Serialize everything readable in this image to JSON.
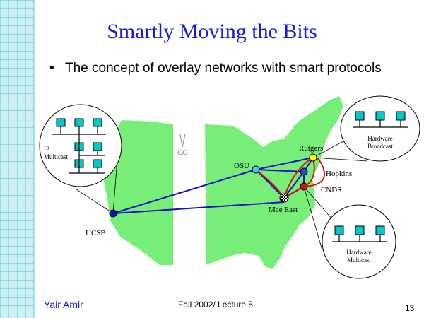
{
  "slide": {
    "title": "Smartly Moving the Bits",
    "bullet": "The concept of overlay networks with smart protocols",
    "footer_author": "Yair Amir",
    "footer_center": "Fall 2002/ Lecture 5",
    "page_number": "13"
  },
  "diagram": {
    "nodes": [
      {
        "id": "ucsb",
        "label": "UCSB",
        "color": "#1010c0"
      },
      {
        "id": "osu",
        "label": "OSU",
        "color": "#33ccff"
      },
      {
        "id": "rutgers",
        "label": "Rutgers",
        "color": "#ffff00"
      },
      {
        "id": "hopkins",
        "label": "Hopkins",
        "color": "#1a4fd0"
      },
      {
        "id": "cnds",
        "label": "CNDS",
        "color": "#e01010"
      },
      {
        "id": "maeeast",
        "label": "Mae East",
        "color": "#333333"
      }
    ],
    "callouts": {
      "ip_multicast": [
        "IP",
        "Multicast"
      ],
      "hardware_broadcast": [
        "Hardware",
        "Broadcast"
      ],
      "hardware_multicast": [
        "Hardware",
        "Multicast"
      ]
    },
    "colors": {
      "grid_line": "#55c8d8",
      "grid_fill": "#cdeef2",
      "map": "#77ee77",
      "overlay_link": "#1010c0",
      "smart_path": "#dd1111",
      "lan_box": "#00c8c8",
      "title": "#1a1ad6"
    }
  }
}
